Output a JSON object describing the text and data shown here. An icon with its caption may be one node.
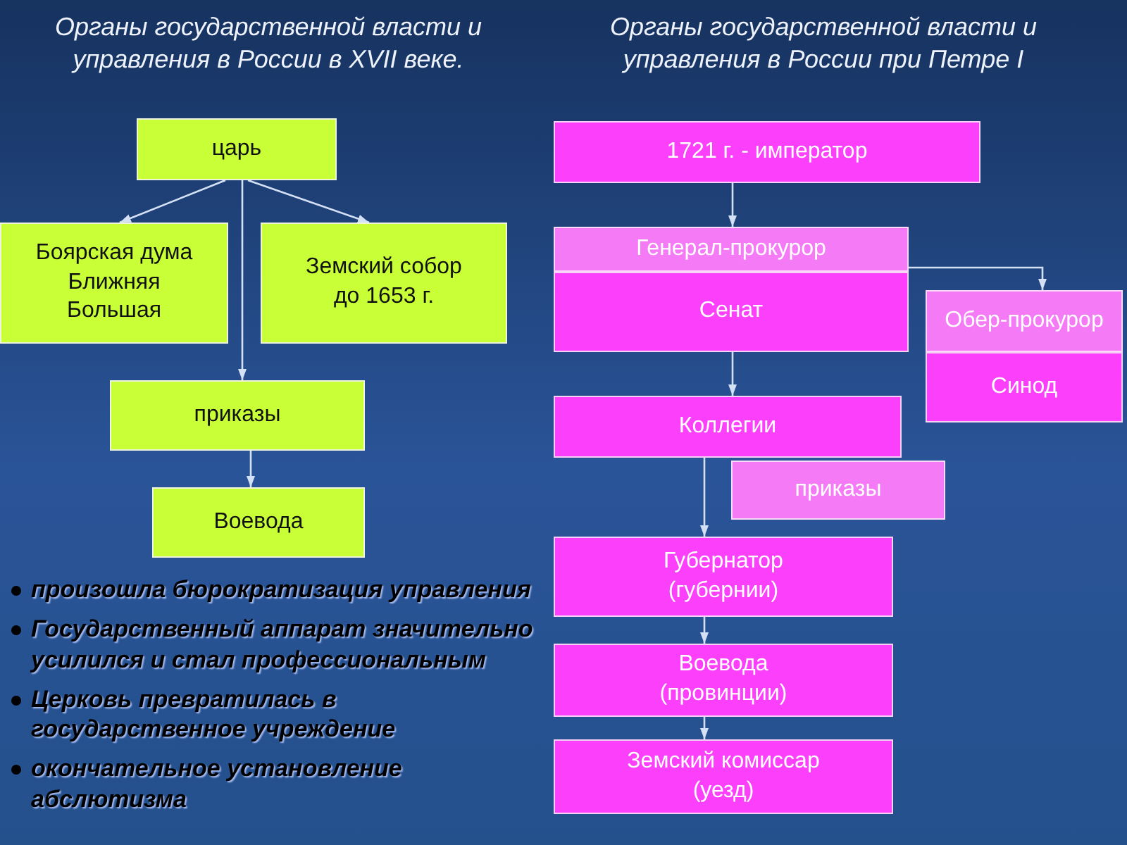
{
  "diagram": {
    "nodes": [
      {
        "text": [
          "царь"
        ]
      },
      {
        "text": [
          "Боярская дума",
          "Ближняя",
          "Большая"
        ]
      },
      {
        "text": [
          "Земский собор",
          "до 1653 г."
        ]
      },
      {
        "text": [
          "приказы"
        ]
      },
      {
        "text": [
          "Воевода"
        ]
      },
      {
        "text": [
          "1721 г. - император"
        ]
      },
      {
        "text": [
          "Генерал-прокурор"
        ]
      },
      {
        "text": [
          "Сенат"
        ]
      },
      {
        "text": [
          "Обер-прокурор"
        ]
      },
      {
        "text": [
          "Синод"
        ]
      },
      {
        "text": [
          "Коллегии"
        ]
      },
      {
        "text": [
          "приказы"
        ]
      },
      {
        "text": [
          "Губернатор",
          "(губернии)"
        ]
      },
      {
        "text": [
          "Воевода",
          "(провинции)"
        ]
      },
      {
        "text": [
          "Земский комиссар",
          "(уезд)"
        ]
      }
    ],
    "edges": [
      {
        "from": 0,
        "to": 1,
        "arrow": "to"
      },
      {
        "from": 0,
        "to": 2,
        "arrow": "to"
      },
      {
        "from": 0,
        "to": 3,
        "arrow": "to"
      },
      {
        "from": 3,
        "to": 4,
        "arrow": "to"
      },
      {
        "from": 5,
        "to": 6,
        "arrow": "to"
      },
      {
        "from": 6,
        "to": 8,
        "arrow": "to"
      },
      {
        "from": 7,
        "to": 10,
        "arrow": "to"
      },
      {
        "from": 10,
        "to": 12,
        "arrow": "to"
      },
      {
        "from": 12,
        "to": 13,
        "arrow": "to"
      },
      {
        "from": 13,
        "to": 14,
        "arrow": "to"
      }
    ],
    "labels": [
      "Органы государственной власти и управления в России в XVII веке.",
      "Органы государственной власти и управления в России при Петре I",
      "произошла бюрократизация управления",
      "Государственный аппарат значительно усилился и стал профессиональным",
      "Церковь превратилась в государственное учреждение",
      "окончательное установление абслютизма"
    ]
  }
}
